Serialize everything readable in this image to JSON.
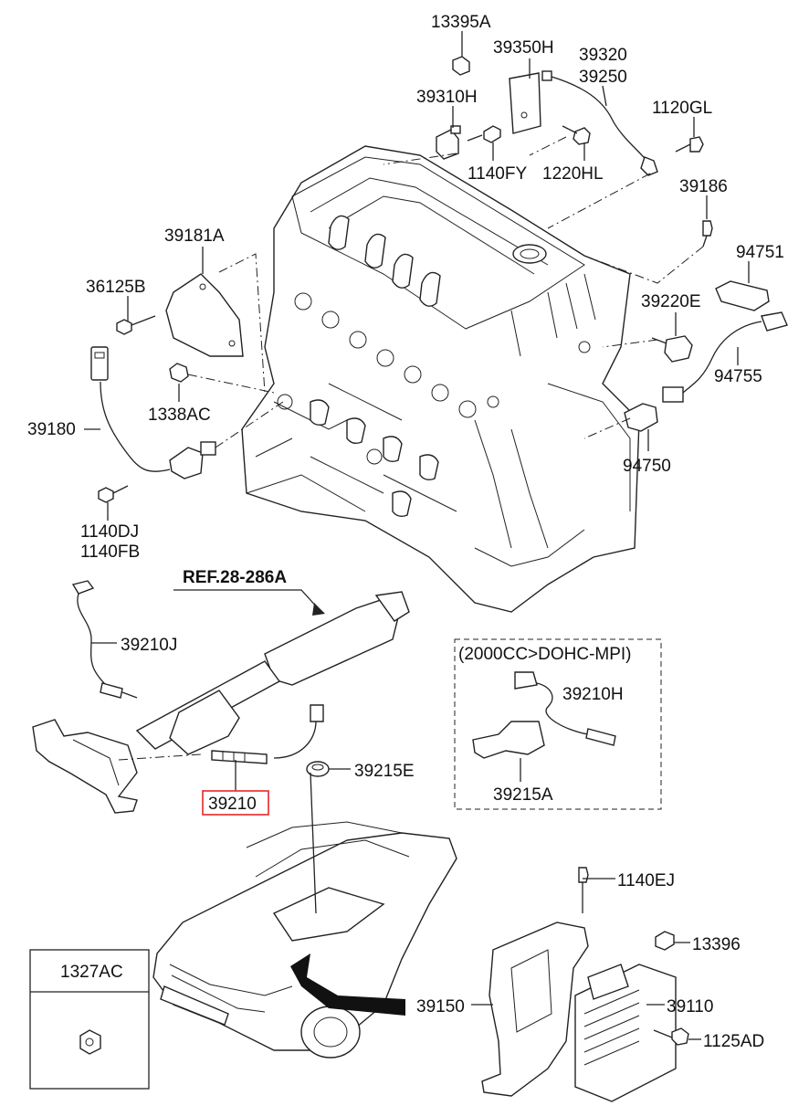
{
  "labels": {
    "p13395A": "13395A",
    "p39350H": "39350H",
    "p39320": "39320",
    "p39250": "39250",
    "p39310H": "39310H",
    "p1120GL": "1120GL",
    "p1140FY": "1140FY",
    "p1220HL": "1220HL",
    "p39186": "39186",
    "p39181A": "39181A",
    "p94751": "94751",
    "p36125B": "36125B",
    "p39220E": "39220E",
    "p94755": "94755",
    "p1338AC": "1338AC",
    "p39180": "39180",
    "p94750": "94750",
    "p1140DJ": "1140DJ",
    "p1140FB": "1140FB",
    "ref": "REF.28-286A",
    "p39210J": "39210J",
    "variant": "(2000CC>DOHC-MPI)",
    "p39210H": "39210H",
    "p39215E": "39215E",
    "p39210": "39210",
    "p39215A": "39215A",
    "p1140EJ": "1140EJ",
    "p1327AC": "1327AC",
    "p13396": "13396",
    "p39150": "39150",
    "p39110": "39110",
    "p1125AD": "1125AD"
  },
  "highlight_color": "#e8262a"
}
